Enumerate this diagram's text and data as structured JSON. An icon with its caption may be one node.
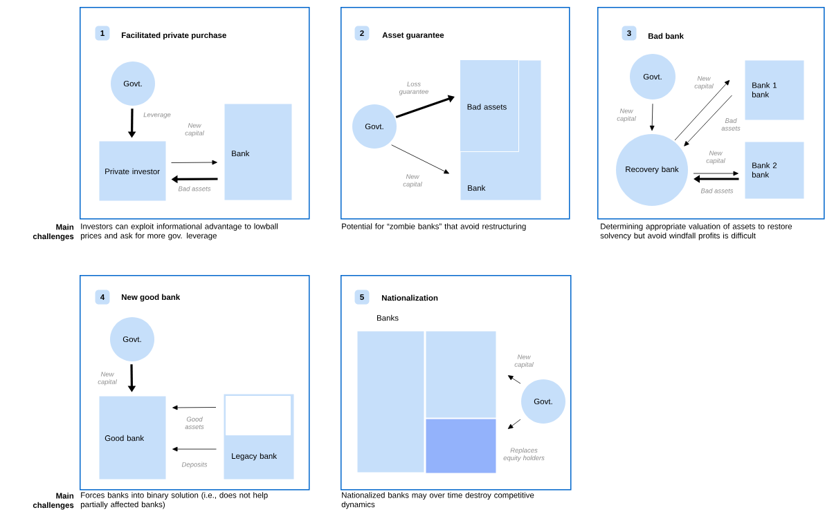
{
  "diagram": {
    "nodes": [
      {
        "text": [
          "Facilitated private purchase"
        ],
        "beside": [
          "Investors can exploit informational advantage to lowball prices and ask for more gov. leverage"
        ]
      },
      {
        "text": [
          "1"
        ],
        "in": 0
      },
      {
        "text": [
          "Govt."
        ],
        "in": 0
      },
      {
        "text": [
          "Private investor"
        ],
        "in": 0
      },
      {
        "text": [
          "Bank"
        ],
        "in": 0
      },
      {
        "text": [
          "Asset guarantee"
        ],
        "beside": [
          "Potential for “zombie banks” that avoid restructuring"
        ]
      },
      {
        "text": [
          "2"
        ],
        "in": 5
      },
      {
        "text": [
          "Govt."
        ],
        "in": 5
      },
      {
        "text": [
          "Bank"
        ],
        "in": 5
      },
      {
        "text": [
          "Bad assets"
        ],
        "in": 8
      },
      {
        "text": [
          "Bad bank"
        ],
        "beside": [
          "Determining appropriate valuation of assets to restore solvency but avoid windfall profits is difficult"
        ]
      },
      {
        "text": [
          "3"
        ],
        "in": 10
      },
      {
        "text": [
          "Govt."
        ],
        "in": 10
      },
      {
        "text": [
          "Bank 1 bank"
        ],
        "in": 10
      },
      {
        "text": [
          "Recovery bank"
        ],
        "in": 10
      },
      {
        "text": [
          "Bank 2 bank"
        ],
        "in": 10
      },
      {
        "text": [
          "New good bank"
        ],
        "beside": [
          "Forces banks into binary solution (i.e., does not help partially affected banks)"
        ]
      },
      {
        "text": [
          "4"
        ],
        "in": 16
      },
      {
        "text": [
          "Govt."
        ],
        "in": 16
      },
      {
        "text": [
          "Good bank"
        ],
        "in": 16
      },
      {
        "text": [
          "Legacy bank"
        ],
        "in": 16
      },
      {
        "text": [],
        "shape": "box",
        "in": 20
      },
      {
        "text": [
          "Nationalization"
        ],
        "beside": [
          "Nationalized banks may over time destroy competitive dynamics"
        ]
      },
      {
        "text": [
          "5"
        ],
        "in": 22
      },
      {
        "text": [],
        "shape": "box",
        "in": 22
      },
      {
        "text": [],
        "shape": "box",
        "in": 22
      },
      {
        "text": [],
        "shape": "box",
        "in": 22
      },
      {
        "text": [
          "Govt."
        ],
        "in": 22
      }
    ],
    "edges": [
      {
        "from": 2,
        "to": 3,
        "arrow": "to",
        "label": "Leverage",
        "style": "thick"
      },
      {
        "from": 3,
        "to": 4,
        "arrow": "to",
        "label": "New capital"
      },
      {
        "from": 4,
        "to": 3,
        "arrow": "to",
        "label": "Bad assets",
        "style": "thick"
      },
      {
        "from": 7,
        "to": 9,
        "arrow": "to",
        "label": "Loss guarantee",
        "style": "thick"
      },
      {
        "from": 7,
        "to": 8,
        "arrow": "to",
        "label": "New capital"
      },
      {
        "from": 12,
        "to": 14,
        "arrow": "to",
        "label": "New capital"
      },
      {
        "from": 14,
        "to": 13,
        "arrow": "to",
        "label": "New capital"
      },
      {
        "from": 13,
        "to": 14,
        "arrow": "to",
        "label": "Bad assets"
      },
      {
        "from": 14,
        "to": 15,
        "arrow": "to",
        "label": "New capital"
      },
      {
        "from": 15,
        "to": 14,
        "arrow": "to",
        "label": "Bad assets",
        "style": "thick"
      },
      {
        "from": 18,
        "to": 19,
        "arrow": "to",
        "label": "New capital",
        "style": "thick"
      },
      {
        "from": 21,
        "to": 19,
        "arrow": "to",
        "label": "Good assets"
      },
      {
        "from": 20,
        "to": 19,
        "arrow": "to",
        "label": "Deposits"
      },
      {
        "from": 27,
        "to": 25,
        "arrow": "to",
        "label": "New capital"
      },
      {
        "from": 27,
        "to": 26,
        "arrow": "to",
        "label": "Replaces equity holders"
      }
    ],
    "labels": [
      "Main challenges",
      "Banks",
      "Main challenges"
    ]
  }
}
